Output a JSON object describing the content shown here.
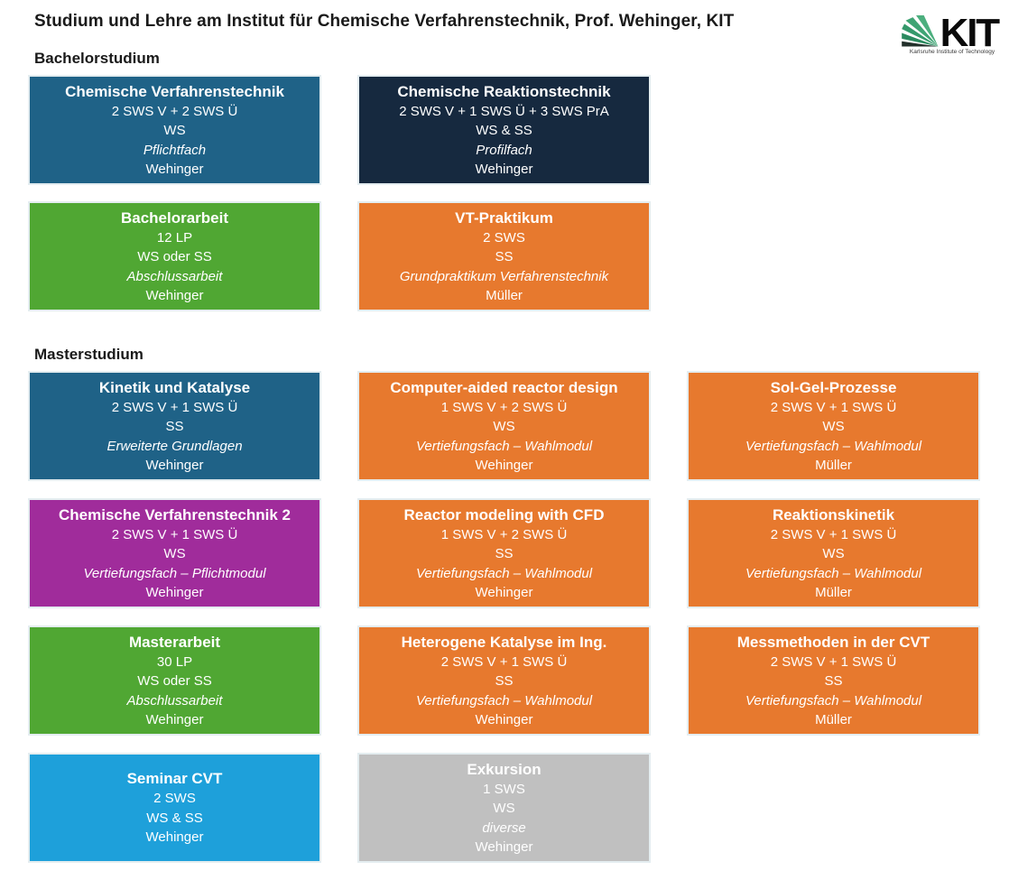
{
  "header": {
    "title": "Studium und Lehre am Institut für Chemische Verfahrenstechnik, Prof. Wehinger, KIT",
    "logo": {
      "text": "KIT",
      "subtitle": "Karlsruhe Institute of Technology"
    }
  },
  "palette": {
    "teal": "#1F6287",
    "navy": "#16293F",
    "green": "#50A733",
    "orange": "#E7792E",
    "purple": "#A02C9B",
    "lightblue": "#1EA0DA",
    "gray": "#C0C0C0",
    "card_text": "#FFFFFF",
    "kit_green": "#3FA478"
  },
  "bachelor": {
    "heading": "Bachelorstudium",
    "boxes": [
      {
        "title": "Chemische Verfahrenstechnik",
        "credits": "2 SWS V + 2 SWS Ü",
        "semester": "WS",
        "type": "Pflichtfach",
        "lecturer": "Wehinger",
        "color": "#1F6287"
      },
      {
        "title": "Chemische Reaktionstechnik",
        "credits": "2 SWS V + 1 SWS Ü + 3 SWS PrA",
        "semester": "WS & SS",
        "type": "Profilfach",
        "lecturer": "Wehinger",
        "color": "#16293F"
      },
      {
        "title": "Bachelorarbeit",
        "credits": "12 LP",
        "semester": "WS oder SS",
        "type": "Abschlussarbeit",
        "lecturer": "Wehinger",
        "color": "#50A733"
      },
      {
        "title": "VT-Praktikum",
        "credits": "2 SWS",
        "semester": "SS",
        "type": "Grundpraktikum Verfahrenstechnik",
        "lecturer": "Müller",
        "color": "#E7792E"
      }
    ]
  },
  "master": {
    "heading": "Masterstudium",
    "boxes": [
      {
        "title": "Kinetik und Katalyse",
        "credits": "2 SWS V + 1 SWS Ü",
        "semester": "SS",
        "type": "Erweiterte Grundlagen",
        "lecturer": "Wehinger",
        "color": "#1F6287"
      },
      {
        "title": "Computer-aided reactor design",
        "credits": "1 SWS V + 2 SWS Ü",
        "semester": "WS",
        "type": "Vertiefungsfach – Wahlmodul",
        "lecturer": "Wehinger",
        "color": "#E7792E"
      },
      {
        "title": "Sol-Gel-Prozesse",
        "credits": "2 SWS V + 1 SWS Ü",
        "semester": "WS",
        "type": "Vertiefungsfach – Wahlmodul",
        "lecturer": "Müller",
        "color": "#E7792E"
      },
      {
        "title": "Chemische Verfahrenstechnik 2",
        "credits": "2 SWS V + 1 SWS Ü",
        "semester": "WS",
        "type": "Vertiefungsfach – Pflichtmodul",
        "lecturer": "Wehinger",
        "color": "#A02C9B"
      },
      {
        "title": "Reactor modeling with CFD",
        "credits": "1 SWS V + 2 SWS Ü",
        "semester": "SS",
        "type": "Vertiefungsfach – Wahlmodul",
        "lecturer": "Wehinger",
        "color": "#E7792E"
      },
      {
        "title": "Reaktionskinetik",
        "credits": "2 SWS V + 1 SWS Ü",
        "semester": "WS",
        "type": "Vertiefungsfach – Wahlmodul",
        "lecturer": "Müller",
        "color": "#E7792E"
      },
      {
        "title": "Masterarbeit",
        "credits": "30 LP",
        "semester": "WS oder SS",
        "type": "Abschlussarbeit",
        "lecturer": "Wehinger",
        "color": "#50A733"
      },
      {
        "title": "Heterogene Katalyse im Ing.",
        "credits": "2 SWS V + 1 SWS Ü",
        "semester": "SS",
        "type": "Vertiefungsfach – Wahlmodul",
        "lecturer": "Wehinger",
        "color": "#E7792E"
      },
      {
        "title": "Messmethoden in der CVT",
        "credits": "2 SWS V + 1 SWS Ü",
        "semester": "SS",
        "type": "Vertiefungsfach – Wahlmodul",
        "lecturer": "Müller",
        "color": "#E7792E"
      },
      {
        "title": "Seminar CVT",
        "credits": "2 SWS",
        "semester": "WS & SS",
        "lecturer": "Wehinger",
        "color": "#1EA0DA"
      },
      {
        "title": "Exkursion",
        "credits": "1 SWS",
        "semester": "WS",
        "type": "diverse",
        "lecturer": "Wehinger",
        "color": "#C0C0C0"
      }
    ]
  }
}
